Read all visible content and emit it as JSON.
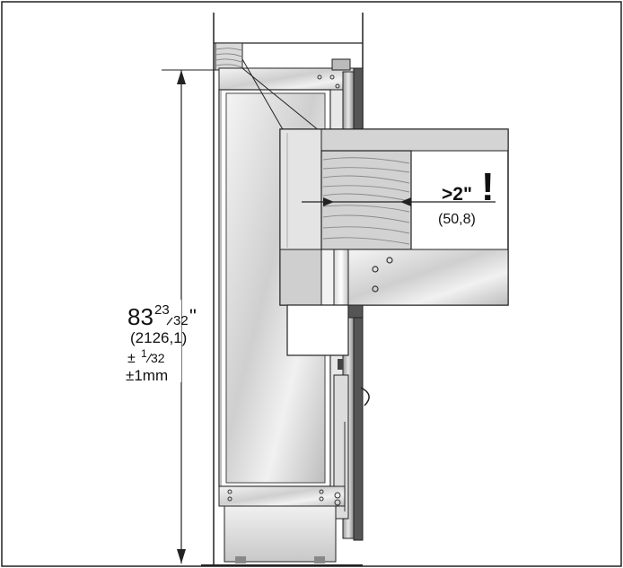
{
  "diagram": {
    "height_label": {
      "whole": "83",
      "fraction_num": "23",
      "fraction_den": "32",
      "inch_mark": "\"",
      "metric": "(2126,1)",
      "tolerance_imperial_sign": "±",
      "tolerance_imperial_num": "1",
      "tolerance_imperial_den": "32",
      "tolerance_metric": "±1mm"
    },
    "detail_label": {
      "imperial": ">2\"",
      "warning": "!",
      "metric": "(50,8)"
    }
  }
}
